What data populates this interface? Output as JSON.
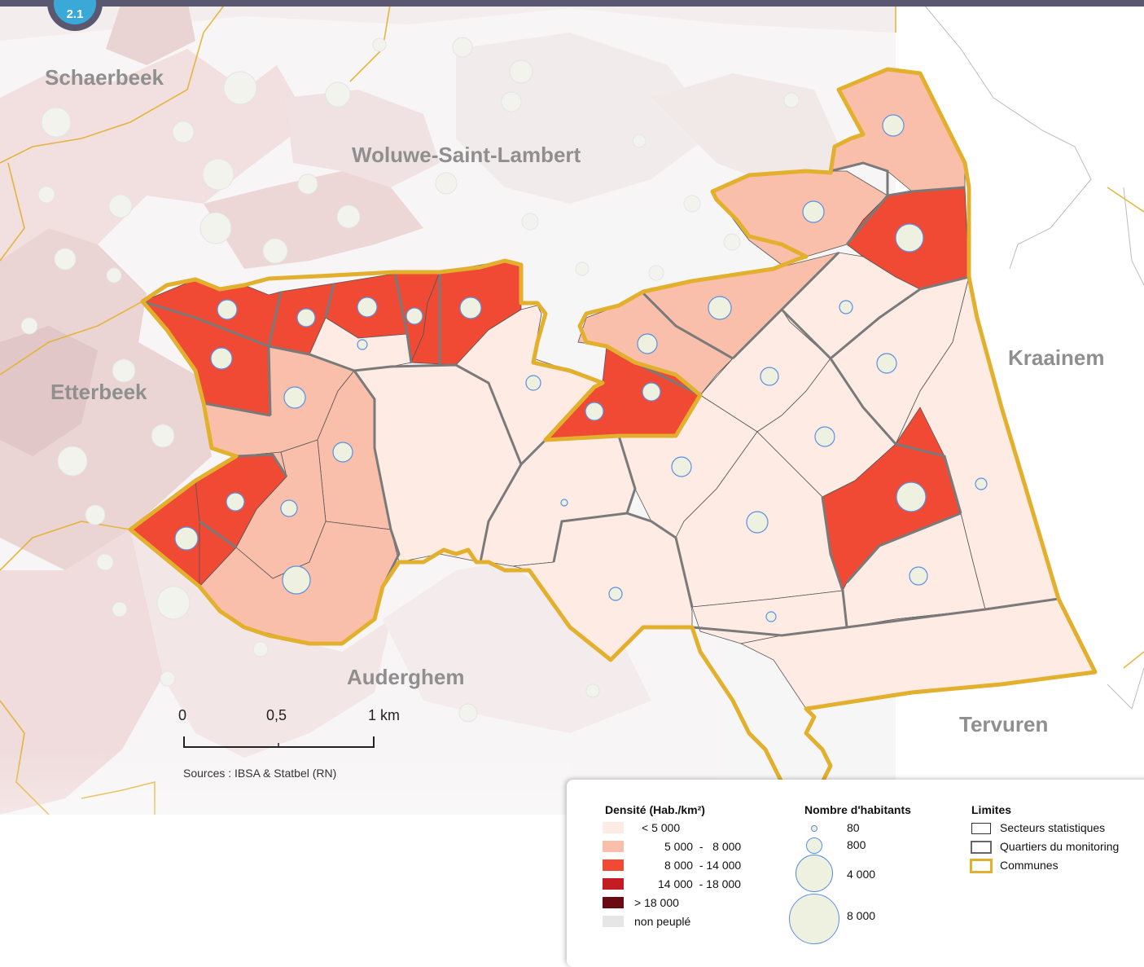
{
  "badge": {
    "number": "2.1",
    "color": "#3aa9d8"
  },
  "communes": [
    {
      "key": "schaerbeek",
      "label": "Schaerbeek"
    },
    {
      "key": "woluwe",
      "label": "Woluwe-Saint-Lambert"
    },
    {
      "key": "etterbeek",
      "label": "Etterbeek"
    },
    {
      "key": "kraainem",
      "label": "Kraainem"
    },
    {
      "key": "auderghem",
      "label": "Auderghem"
    },
    {
      "key": "tervuren",
      "label": "Tervuren"
    }
  ],
  "scale": {
    "t0": "0",
    "t1": "0,5",
    "t2": "1 km"
  },
  "sources": "Sources : IBSA & Statbel (RN)",
  "legend": {
    "density": {
      "title": "Densité (Hab./km²)",
      "classes": [
        {
          "label": "< 5 000",
          "color": "#fdebe4"
        },
        {
          "label": "5 000  -   8 000",
          "color": "#f9bfaa"
        },
        {
          "label": "8 000  - 14 000",
          "color": "#f04a35"
        },
        {
          "label": "14 000  - 18 000",
          "color": "#c41b24"
        },
        {
          "label": "> 18 000",
          "color": "#6a0a12"
        },
        {
          "label": "non peuplé",
          "color": "#e6e6e6"
        }
      ]
    },
    "population": {
      "title": "Nombre d'habitants",
      "items": [
        {
          "label": "80",
          "value": 80
        },
        {
          "label": "800",
          "value": 800
        },
        {
          "label": "4 000",
          "value": 4000
        },
        {
          "label": "8 000",
          "value": 8000
        }
      ]
    },
    "limits": {
      "title": "Limites",
      "items": [
        {
          "label": "Secteurs statistiques",
          "color": "#333333"
        },
        {
          "label": "Quartiers du monitoring",
          "color": "#666666"
        },
        {
          "label": "Communes",
          "color": "#e3b02e"
        }
      ]
    }
  },
  "colors": {
    "commune_border": "#e3b02e",
    "quarter_border": "#7a7a7a",
    "circle_stroke": "#5d8fe0",
    "circle_fill": "#eef0e0"
  }
}
